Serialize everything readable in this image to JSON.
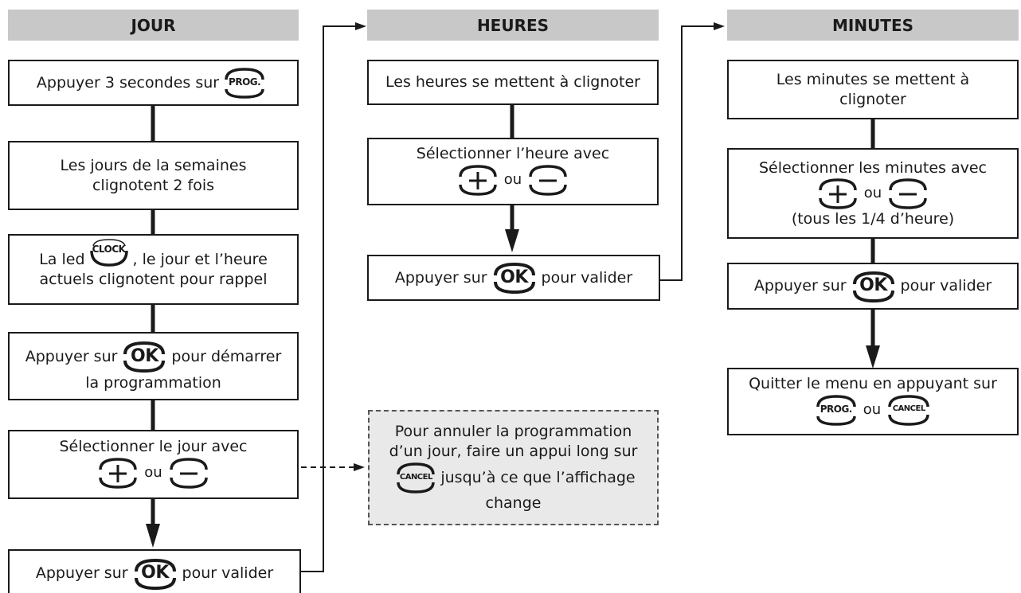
{
  "headers": {
    "jour": "JOUR",
    "heures": "HEURES",
    "minutes": "MINUTES"
  },
  "buttons": {
    "prog": "PROG.",
    "clock": "CLOCK",
    "ok": "OK",
    "cancel": "CANCEL"
  },
  "jour": {
    "step1_text": "Appuyer 3 secondes sur",
    "step2_line1": "Les jours de la semaines",
    "step2_line2": "clignotent 2 fois",
    "step3_prefix": "La led",
    "step3_suffix": ", le jour et l’heure",
    "step3_line2": "actuels clignotent pour rappel",
    "step4_prefix": "Appuyer sur",
    "step4_suffix": "pour démarrer",
    "step4_line2": "la programmation",
    "step5_line1": "Sélectionner le jour avec",
    "step5_ou": "ou",
    "step6_prefix": "Appuyer sur",
    "step6_suffix": "pour valider"
  },
  "note": {
    "line1": "Pour annuler la programmation",
    "line2": "d’un jour, faire un appui long sur",
    "line3_suffix": "jusqu’à ce que l’affichage",
    "line4": "change"
  },
  "heures": {
    "step1": "Les heures se mettent à clignoter",
    "step2_line1": "Sélectionner l’heure avec",
    "step2_ou": "ou",
    "step3_prefix": "Appuyer sur",
    "step3_suffix": "pour valider"
  },
  "minutes": {
    "step1_line1": "Les minutes se mettent à",
    "step1_line2": "clignoter",
    "step2_line1": "Sélectionner les minutes avec",
    "step2_ou": "ou",
    "step2_line3": "(tous les 1/4 d’heure)",
    "step3_prefix": "Appuyer sur",
    "step3_suffix": "pour valider",
    "step4_line1": "Quitter le menu en appuyant sur",
    "step4_ou": "ou"
  }
}
